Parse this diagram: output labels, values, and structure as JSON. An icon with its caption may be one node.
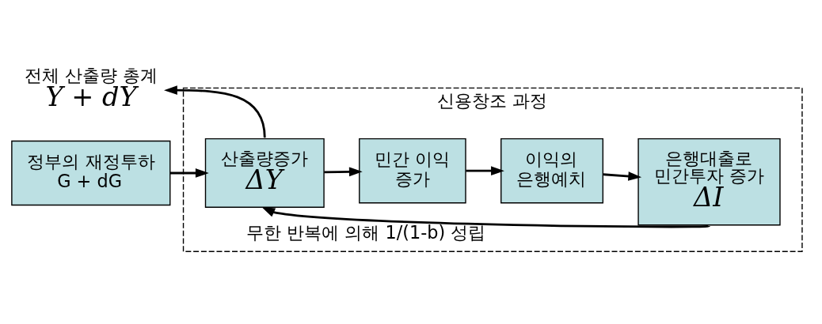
{
  "diagram": {
    "nodes": [
      {
        "text": [
          "전체 산출량 총계",
          "Y + dY"
        ]
      },
      {
        "text": [
          "신용창조 과정"
        ]
      },
      {
        "text": [
          "정부의 재정투하",
          "G + dG"
        ]
      },
      {
        "text": [
          "산출량증가",
          "ΔY"
        ],
        "in": 1
      },
      {
        "text": [
          "민간 이익 증가"
        ],
        "in": 1
      },
      {
        "text": [
          "이익의 은행예치"
        ],
        "in": 1
      },
      {
        "text": [
          "은행대출로 민간투자 증가",
          "ΔI"
        ],
        "in": 1
      }
    ],
    "edges": [
      {
        "from": 2,
        "to": 3,
        "arrow": "to"
      },
      {
        "from": 3,
        "to": 0,
        "arrow": "to"
      },
      {
        "from": 3,
        "to": 4,
        "arrow": "to"
      },
      {
        "from": 4,
        "to": 5,
        "arrow": "to"
      },
      {
        "from": 5,
        "to": 6,
        "arrow": "to"
      },
      {
        "from": 6,
        "to": 3,
        "arrow": "to",
        "label": "무한 반복에 의해 1/(1-b) 성립"
      }
    ]
  }
}
